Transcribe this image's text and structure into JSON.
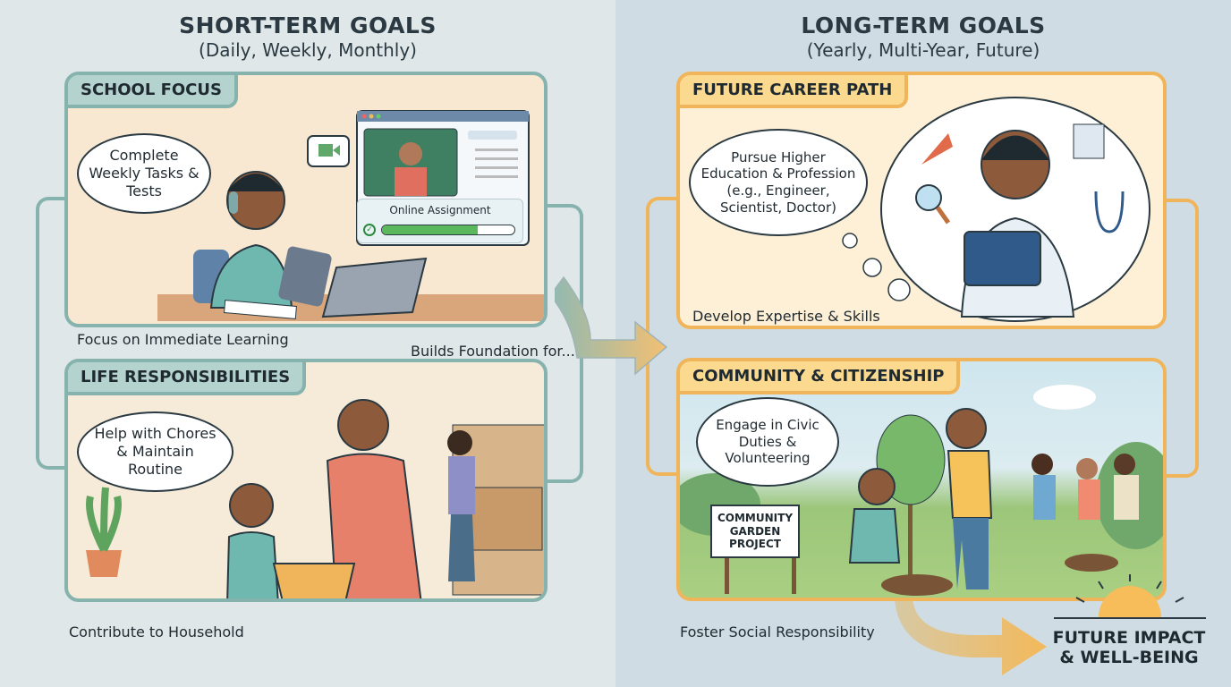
{
  "short_term": {
    "title": "SHORT-TERM GOALS",
    "subtitle": "(Daily, Weekly, Monthly)",
    "school": {
      "label": "SCHOOL FOCUS",
      "thought": "Complete Weekly Tasks & Tests",
      "screen_label": "Online Assignment",
      "assignment_progress": 0.72,
      "caption": "Focus on Immediate Learning"
    },
    "life": {
      "label": "LIFE RESPONSIBILITIES",
      "thought": "Help with Chores & Maintain Routine",
      "caption": "Contribute to Household"
    },
    "connector": "Builds Foundation for..."
  },
  "long_term": {
    "title": "LONG-TERM GOALS",
    "subtitle": "(Yearly, Multi-Year, Future)",
    "career": {
      "label": "FUTURE CAREER PATH",
      "thought": "Pursue Higher Education & Profession (e.g., Engineer, Scientist, Doctor)",
      "caption": "Develop Expertise & Skills"
    },
    "community": {
      "label": "COMMUNITY & CITIZENSHIP",
      "thought": "Engage in Civic Duties & Volunteering",
      "sign": "COMMUNITY GARDEN PROJECT",
      "caption": "Foster Social Responsibility"
    },
    "outcome": "FUTURE IMPACT & WELL-BEING"
  },
  "colors": {
    "teal": "#86b3ae",
    "orange": "#f0b55a",
    "progress_green": "#5cb85c"
  }
}
